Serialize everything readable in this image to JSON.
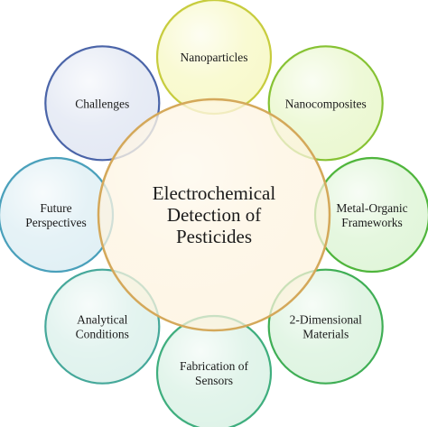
{
  "center": {
    "lines": [
      "Electrochemical",
      "Detection of",
      "Pesticides"
    ],
    "fill": "#fdf2dc",
    "stroke": "#d4a85a"
  },
  "satellites": [
    {
      "id": "nanoparticles",
      "lines": [
        "Nanoparticles"
      ],
      "fill": "#f6f7bd",
      "stroke": "#c7cc3e"
    },
    {
      "id": "nanocomposites",
      "lines": [
        "Nanocomposites"
      ],
      "fill": "#e6f6c4",
      "stroke": "#86c233"
    },
    {
      "id": "metal-organic-frameworks",
      "lines": [
        "Metal-Organic",
        "Frameworks"
      ],
      "fill": "#d9f3cf",
      "stroke": "#4fb53c"
    },
    {
      "id": "2-dimensional-materials",
      "lines": [
        "2-Dimensional",
        "Materials"
      ],
      "fill": "#d5f1d8",
      "stroke": "#3fae55"
    },
    {
      "id": "fabrication-of-sensors",
      "lines": [
        "Fabrication of",
        "Sensors"
      ],
      "fill": "#d5f0e2",
      "stroke": "#3fae7e"
    },
    {
      "id": "analytical-conditions",
      "lines": [
        "Analytical",
        "Conditions"
      ],
      "fill": "#d6eee8",
      "stroke": "#45a89a"
    },
    {
      "id": "future-perspectives",
      "lines": [
        "Future",
        "Perspectives"
      ],
      "fill": "#d8ecf2",
      "stroke": "#4aa0bb"
    },
    {
      "id": "challenges",
      "lines": [
        "Challenges"
      ],
      "fill": "#dce3f1",
      "stroke": "#4a64a8"
    }
  ]
}
